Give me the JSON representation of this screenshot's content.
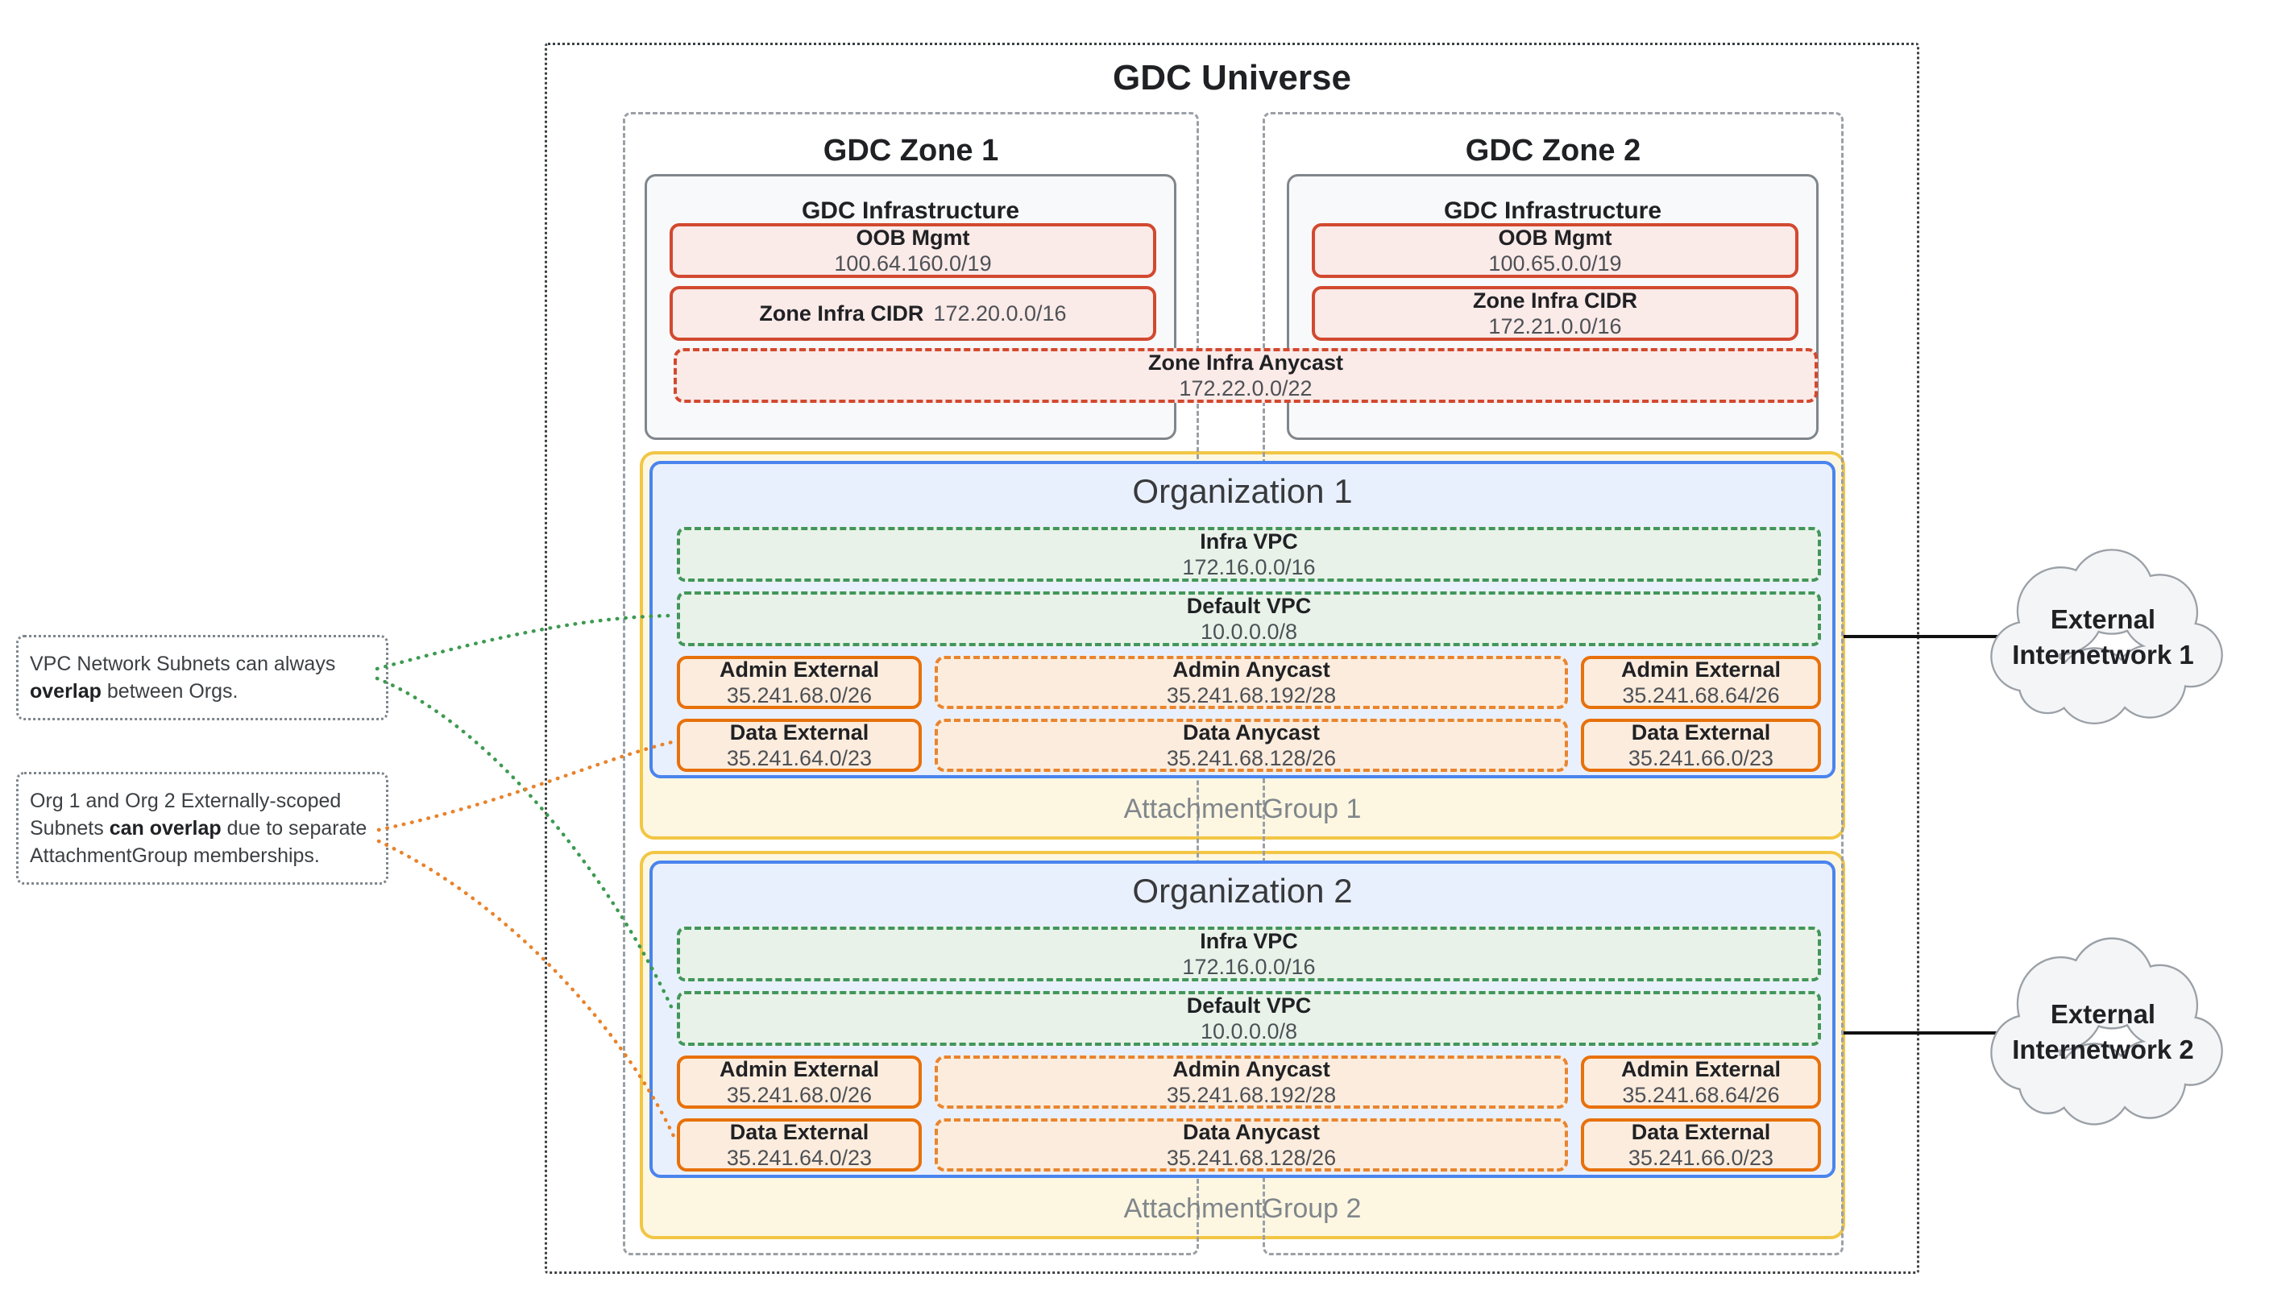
{
  "universe": {
    "title": "GDC Universe"
  },
  "zones": [
    {
      "title": "GDC Zone 1",
      "infrastructure": {
        "title": "GDC Infrastructure",
        "oob": {
          "label": "OOB Mgmt",
          "value": "100.64.160.0/19"
        },
        "cidr": {
          "label": "Zone Infra CIDR",
          "value": "172.20.0.0/16"
        }
      }
    },
    {
      "title": "GDC Zone 2",
      "infrastructure": {
        "title": "GDC Infrastructure",
        "oob": {
          "label": "OOB Mgmt",
          "value": "100.65.0.0/19"
        },
        "cidr": {
          "label": "Zone Infra CIDR",
          "value": "172.21.0.0/16"
        }
      }
    }
  ],
  "zone_anycast": {
    "label": "Zone Infra Anycast",
    "value": "172.22.0.0/22"
  },
  "organizations": [
    {
      "title": "Organization 1",
      "attachment_group": "AttachmentGroup 1",
      "vpcs": [
        {
          "label": "Infra VPC",
          "value": "172.16.0.0/16"
        },
        {
          "label": "Default VPC",
          "value": "10.0.0.0/8"
        }
      ],
      "subnet_rows": [
        [
          {
            "label": "Admin External",
            "value": "35.241.68.0/26"
          },
          {
            "label": "Admin Anycast",
            "value": "35.241.68.192/28"
          },
          {
            "label": "Admin External",
            "value": "35.241.68.64/26"
          }
        ],
        [
          {
            "label": "Data External",
            "value": "35.241.64.0/23"
          },
          {
            "label": "Data Anycast",
            "value": "35.241.68.128/26"
          },
          {
            "label": "Data External",
            "value": "35.241.66.0/23"
          }
        ]
      ]
    },
    {
      "title": "Organization 2",
      "attachment_group": "AttachmentGroup 2",
      "vpcs": [
        {
          "label": "Infra VPC",
          "value": "172.16.0.0/16"
        },
        {
          "label": "Default VPC",
          "value": "10.0.0.0/8"
        }
      ],
      "subnet_rows": [
        [
          {
            "label": "Admin External",
            "value": "35.241.68.0/26"
          },
          {
            "label": "Admin Anycast",
            "value": "35.241.68.192/28"
          },
          {
            "label": "Admin External",
            "value": "35.241.68.64/26"
          }
        ],
        [
          {
            "label": "Data External",
            "value": "35.241.64.0/23"
          },
          {
            "label": "Data Anycast",
            "value": "35.241.68.128/26"
          },
          {
            "label": "Data External",
            "value": "35.241.66.0/23"
          }
        ]
      ]
    }
  ],
  "annotations": [
    {
      "pre": "VPC Network Subnets can always ",
      "bold": "overlap",
      "post": " between Orgs."
    },
    {
      "pre": "Org 1 and Org 2 Externally-scoped Subnets ",
      "bold": "can overlap",
      "post": " due to separate AttachmentGroup memberships."
    }
  ],
  "clouds": [
    {
      "line1": "External",
      "line2": "Internetwork 1"
    },
    {
      "line1": "External",
      "line2": "Internetwork 2"
    }
  ],
  "colors": {
    "red_border": "#d2492f",
    "red_fill": "#faeae8",
    "green_border": "#42965a",
    "green_fill": "#e8f2e9",
    "orange_border": "#e8710a",
    "orange_fill": "#fcecdd",
    "blue_border": "#4a84ee",
    "blue_fill": "#e9f0fd",
    "yellow_border": "#f2c644",
    "yellow_fill": "#fdf7e2",
    "gray_border": "#9aa0a6",
    "green_connector": "#3d9a50",
    "orange_connector": "#e8822a"
  }
}
